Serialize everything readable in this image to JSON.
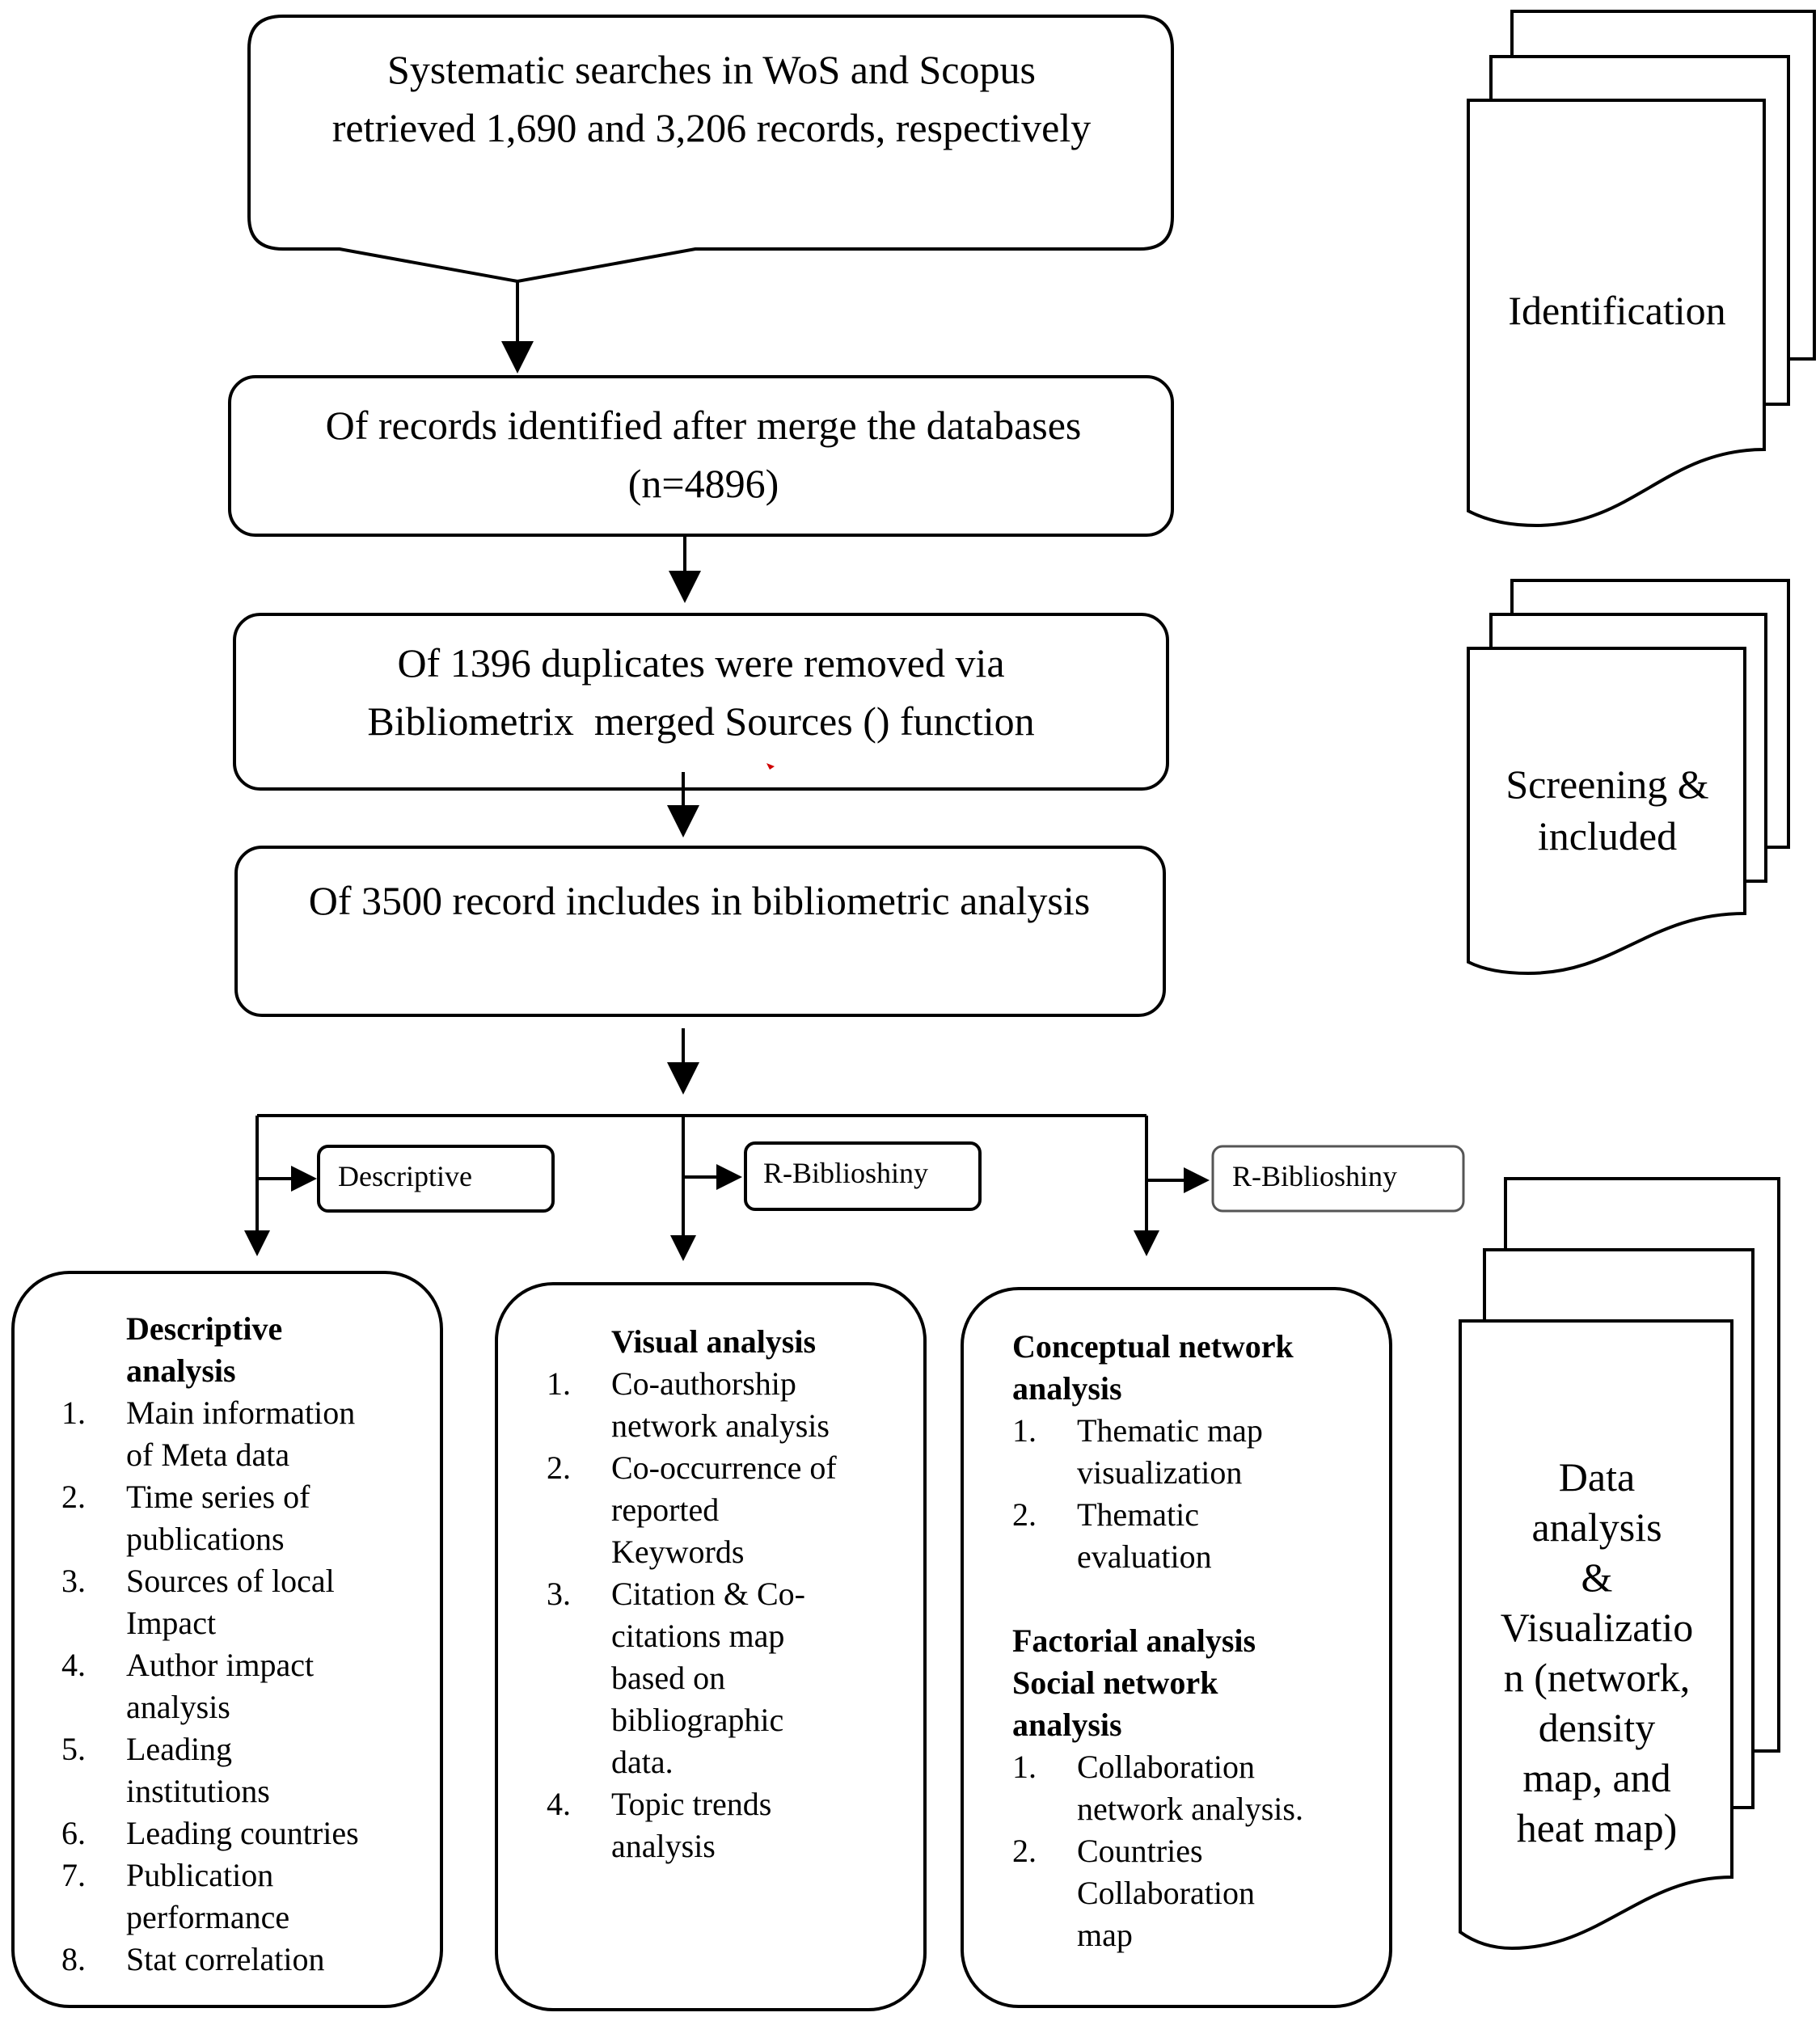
{
  "flow": {
    "box1": [
      "Systematic searches in WoS and Scopus",
      "retrieved 1,690 and 3,206 records, respectively"
    ],
    "box2": [
      "Of records identified after merge the databases",
      "(n=4896)"
    ],
    "box3": [
      "Of 1396 duplicates were removed via",
      "Bibliometrix  merged Sources () function"
    ],
    "box4": [
      "Of 3500 record includes in bibliometric analysis"
    ]
  },
  "tags": [
    "Descriptive",
    "R-Biblioshiny",
    "R-Biblioshiny"
  ],
  "stages": {
    "identification": "Identification",
    "screening": [
      "Screening &",
      "included"
    ],
    "analysis": [
      "Data",
      "analysis",
      "&",
      "Visualizatio",
      "n (network,",
      "density",
      "map, and",
      "heat map)"
    ]
  },
  "panels": {
    "descriptive": {
      "heading": [
        "Descriptive",
        "analysis"
      ],
      "items": [
        {
          "num": "1.",
          "lines": [
            "Main information",
            "of Meta data"
          ]
        },
        {
          "num": "2.",
          "lines": [
            "Time series of",
            "publications"
          ]
        },
        {
          "num": "3.",
          "lines": [
            "Sources of local",
            "Impact"
          ]
        },
        {
          "num": "4.",
          "lines": [
            "Author impact",
            "analysis"
          ]
        },
        {
          "num": "5.",
          "lines": [
            "Leading",
            "institutions"
          ]
        },
        {
          "num": "6.",
          "lines": [
            "Leading countries"
          ]
        },
        {
          "num": "7.",
          "lines": [
            "Publication",
            "performance"
          ]
        },
        {
          "num": "8.",
          "lines": [
            "Stat correlation"
          ]
        }
      ]
    },
    "visual": {
      "heading": [
        "Visual analysis"
      ],
      "items": [
        {
          "num": "1.",
          "lines": [
            "Co-authorship",
            "network analysis"
          ]
        },
        {
          "num": "2.",
          "lines": [
            "Co-occurrence of",
            "reported",
            "Keywords"
          ]
        },
        {
          "num": "3.",
          "lines": [
            "Citation & Co-",
            "citations map",
            "based on",
            "bibliographic",
            "data."
          ]
        },
        {
          "num": "4.",
          "lines": [
            "Topic trends",
            "analysis"
          ]
        }
      ]
    },
    "conceptual": {
      "heading": [
        "Conceptual network",
        "analysis"
      ],
      "items": [
        {
          "num": "1.",
          "lines": [
            "Thematic map",
            "visualization"
          ]
        },
        {
          "num": "2.",
          "lines": [
            "Thematic",
            "evaluation"
          ]
        }
      ],
      "heading2": [
        "Factorial analysis",
        "Social network",
        "analysis"
      ],
      "items2": [
        {
          "num": "1.",
          "lines": [
            "Collaboration",
            "network analysis."
          ]
        },
        {
          "num": "2.",
          "lines": [
            "Countries",
            "Collaboration",
            "map"
          ]
        }
      ]
    }
  }
}
